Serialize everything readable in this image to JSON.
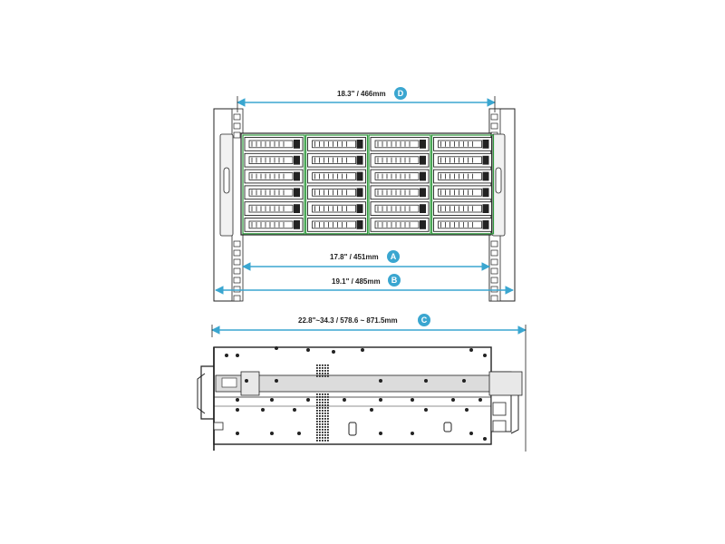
{
  "dimensions": {
    "d": {
      "text": "18.3\" / 466mm",
      "badge": "D"
    },
    "a": {
      "text": "17.8\" / 451mm",
      "badge": "A"
    },
    "b": {
      "text": "19.1\" / 485mm",
      "badge": "B"
    },
    "c": {
      "text": "22.8\"~34.3  /  578.6 ~ 871.5mm",
      "badge": "C"
    }
  },
  "colors": {
    "dimension_line": "#3aa6d0",
    "badge": "#3aa6d0",
    "drawing_line": "#222222",
    "bay_accent": "#2f9a3c",
    "rail_fill": "#d8d8d8"
  },
  "drive_bays": {
    "columns": 4,
    "rows": 6
  }
}
